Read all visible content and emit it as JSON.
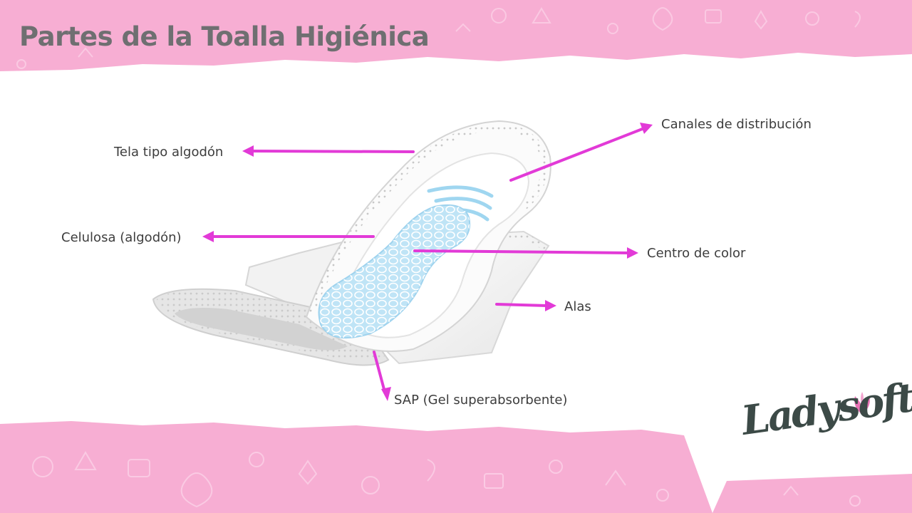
{
  "slide": {
    "title": "Partes de la Toalla Higiénica"
  },
  "labels": {
    "tela": "Tela tipo algodón",
    "celulosa": "Celulosa (algodón)",
    "canales": "Canales de distribución",
    "centro": "Centro de color",
    "alas": "Alas",
    "sap": "SAP (Gel superabsorbente)"
  },
  "brand": {
    "logo_text": "Ladysoft"
  },
  "colors": {
    "band_pink": "#f7aed3",
    "arrow_magenta": "#e23ad7",
    "title_grey": "#6f6f71",
    "pad_core_blue": "#bfe4f6"
  },
  "icons": [
    "sanitary-pad-illustration",
    "arrow-icon",
    "ladysoft-logo",
    "flower-icon"
  ]
}
